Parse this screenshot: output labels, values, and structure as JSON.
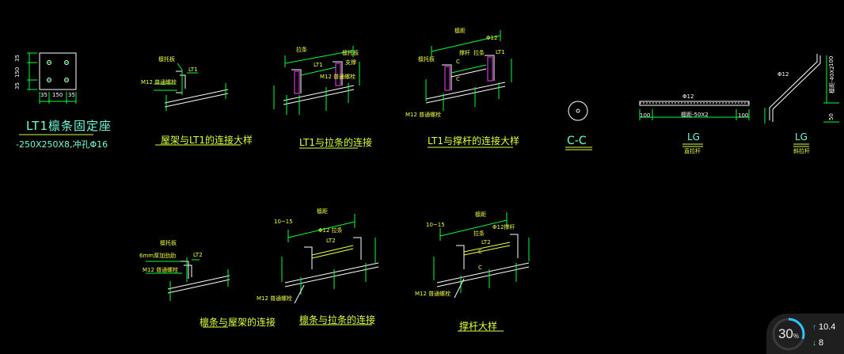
{
  "drawings": {
    "plate": {
      "title": "LT1檩条固定座",
      "subtitle": "-250X250X8,冲孔Φ16",
      "dims_h": [
        "35",
        "150",
        "35"
      ],
      "dims_v": [
        "35",
        "150",
        "35"
      ]
    },
    "detail_lt1": {
      "title": "屋架与LT1的连接大样",
      "labels": [
        "檩托板",
        "LT1",
        "M12 普通螺栓"
      ]
    },
    "detail_lt1_tie": {
      "title": "LT1与拉条的连接",
      "labels": [
        "拉条",
        "檩托板",
        "LT1",
        "M12 普通螺栓",
        "支撑"
      ]
    },
    "detail_lt1_brace": {
      "title": "LT1与撑杆的连接大样",
      "labels": [
        "檩距",
        "Φ12",
        "撑杆",
        "拉条",
        "LT1",
        "檩托板",
        "M12 普通螺栓",
        "C",
        "C"
      ]
    },
    "section_cc": {
      "title": "C-C"
    },
    "lg_straight": {
      "title": "LG",
      "subtitle": "直拉杆",
      "dim_left": "100",
      "dim_right": "100",
      "dia": "Φ12",
      "note": "檩距-50X2"
    },
    "lg_bent": {
      "title": "LG",
      "subtitle": "斜拉杆",
      "dia": "Φ12",
      "note1": "檩距-40X2",
      "dim": "100",
      "dim2": "50"
    },
    "detail_purlin": {
      "title": "檩条与屋架的连接",
      "labels": [
        "檩托板",
        "6mm厚加劲肋",
        "LT2",
        "M12 普通螺栓"
      ]
    },
    "detail_purlin_tie": {
      "title": "檩条与拉条的连接",
      "labels": [
        "檩距",
        "10~15",
        "Φ12 拉条",
        "LT2",
        "M12 普通螺栓"
      ]
    },
    "detail_brace": {
      "title": "撑杆大样",
      "labels": [
        "檩距",
        "10~15",
        "拉条",
        "Φ12撑杆",
        "LT2",
        "C",
        "C",
        "M12 普通螺栓"
      ]
    }
  },
  "overlay": {
    "percent": "30",
    "percent_unit": "%",
    "upload": "10.4",
    "download": "8"
  },
  "colors": {
    "background": "#000000",
    "line_white": "#ffffff",
    "line_green": "#00ff3a",
    "line_magenta": "#ff3cff",
    "line_yellow": "#f2ff3a",
    "caption": "#d9ff3a",
    "caption_cyan": "#6fffdc"
  }
}
